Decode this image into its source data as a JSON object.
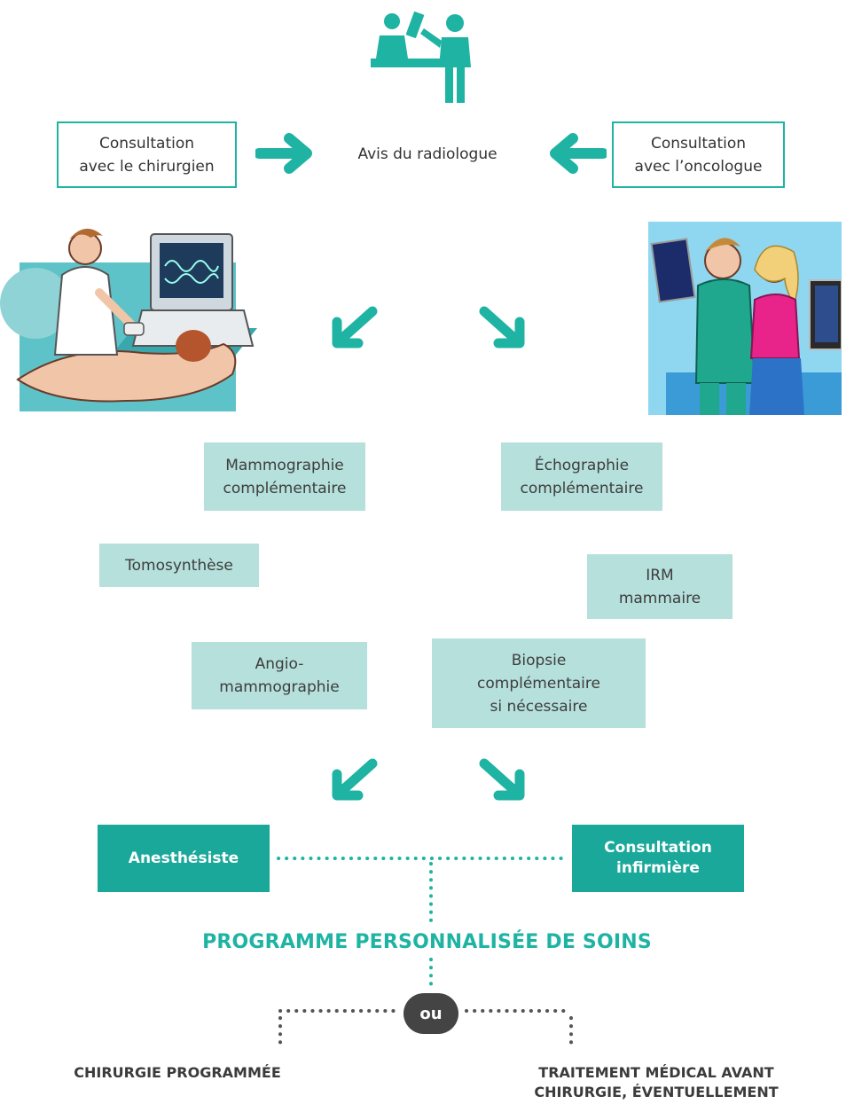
{
  "header": {
    "left_consult": "Consultation\navec le chirurgien",
    "center": "Avis du radiologue",
    "right_consult": "Consultation\navec l’oncologue"
  },
  "exams": {
    "mammographie": "Mammographie\ncomplémentaire",
    "echographie": "Échographie\ncomplémentaire",
    "tomosynthese": "Tomosynthèse",
    "irm": "IRM\nmammaire",
    "angio": "Angio-\nmammographie",
    "biopsie": "Biopsie\ncomplémentaire\nsi nécessaire"
  },
  "next": {
    "anesthesiste": "Anesthésiste",
    "infirmiere": "Consultation\ninfirmière"
  },
  "programme": "PROGRAMME PERSONNALISÉE DE SOINS",
  "or_label": "ou",
  "options": {
    "left": "CHIRURGIE PROGRAMMÉE",
    "right": "TRAITEMENT MÉDICAL AVANT\nCHIRURGIE, ÉVENTUELLEMENT"
  },
  "colors": {
    "accent": "#1fb3a3",
    "light_box": "#b5e0dc",
    "dark_box": "#1aa89a",
    "ou_badge": "#444444"
  }
}
